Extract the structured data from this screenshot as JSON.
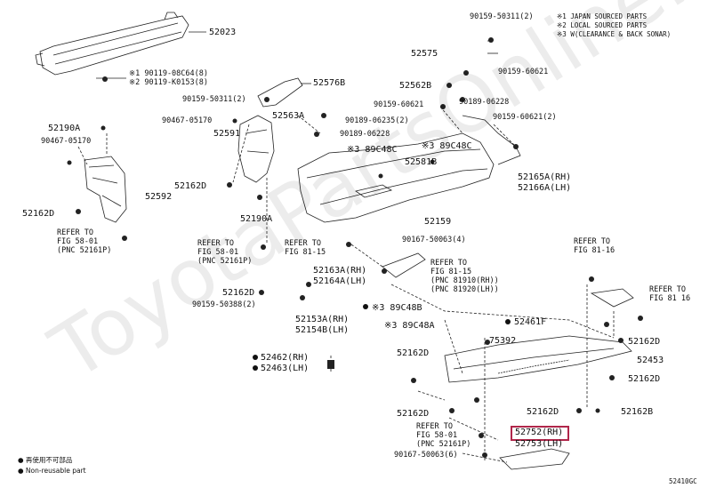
{
  "legend": {
    "notes": [
      "※1 JAPAN SOURCED PARTS",
      "※2 LOCAL SOURCED PARTS",
      "※3 W(CLEARANCE & BACK SONAR)"
    ],
    "footnote_jp": "● 再使用不可部品",
    "footnote_en": "● Non-reusable part"
  },
  "watermark": "ToyotaPartsOnline.ru",
  "figure_id": "52410GC",
  "labels": {
    "p52023": "52023",
    "p90119a": "※1 90119-08C64(8)",
    "p90119b": "※2 90119-K0153(8)",
    "p90159_50311_2a": "90159-50311(2)",
    "p52576B": "52576B",
    "p52563A": "52563A",
    "p90467_05170a": "90467-05170",
    "p52591": "52591",
    "p52190Aa": "52190A",
    "p90467_05170b": "90467-05170",
    "p52592": "52592",
    "p52162Da": "52162D",
    "p52162Db": "52162D",
    "p52190Ab": "52190A",
    "refer58a": "REFER TO",
    "refer58a2": "FIG 58-01",
    "refer58a3": "(PNC 52161P)",
    "refer58b": "REFER TO",
    "refer58b2": "FIG 58-01",
    "refer58b3": "(PNC 52161P)",
    "p90159_50311_2b": "90159-50311(2)",
    "p52575": "52575",
    "p90159_60621a": "90159-60621",
    "p52562B": "52562B",
    "p90189_06228a": "90189-06228",
    "p90159_60621b": "90159-60621",
    "p90189_06235": "90189-06235(2)",
    "p90189_06228b": "90189-06228",
    "p90159_60621_2": "90159-60621(2)",
    "p89C48Ca": "※3 89C48C",
    "p89C48Cb": "※3 89C48C",
    "p52581B": "52581B",
    "p52165A": "52165A(RH)",
    "p52166A": "52166A(LH)",
    "p52159": "52159",
    "p90167_50063_4": "90167-50063(4)",
    "refer81a": "REFER TO",
    "refer81a2": "FIG 81-15",
    "refer81b": "REFER TO",
    "refer81b2": "FIG 81-15",
    "refer81b3": "(PNC 81910(RH))",
    "refer81b4": "(PNC 81920(LH))",
    "p52163A": "52163A(RH)",
    "p52164A": "52164A(LH)",
    "p52162Dc": "52162D",
    "p90159_50388": "90159-50388(2)",
    "p89C48B": "※3 89C48B",
    "p89C48A": "※3 89C48A",
    "p52153A": "52153A(RH)",
    "p52154B": "52154B(LH)",
    "p52462": "52462(RH)",
    "p52463": "52463(LH)",
    "p52461F": "52461F",
    "p75392": "75392",
    "refer81c": "REFER TO",
    "refer81c2": "FIG 81-16",
    "refer81d": "REFER TO",
    "refer81d2": "FIG 81 16",
    "p52162Dd": "52162D",
    "p52453": "52453",
    "p52162De": "52162D",
    "p52162Df": "52162D",
    "p52162Dg": "52162D",
    "p52162Dh": "52162D",
    "p52162B": "52162B",
    "p52752": "52752(RH)",
    "p52753": "52753(LH)",
    "refer58c": "REFER TO",
    "refer58c2": "FIG 58-01",
    "refer58c3": "(PNC 52161P)",
    "p90167_50063_6": "90167-50063(6)"
  }
}
